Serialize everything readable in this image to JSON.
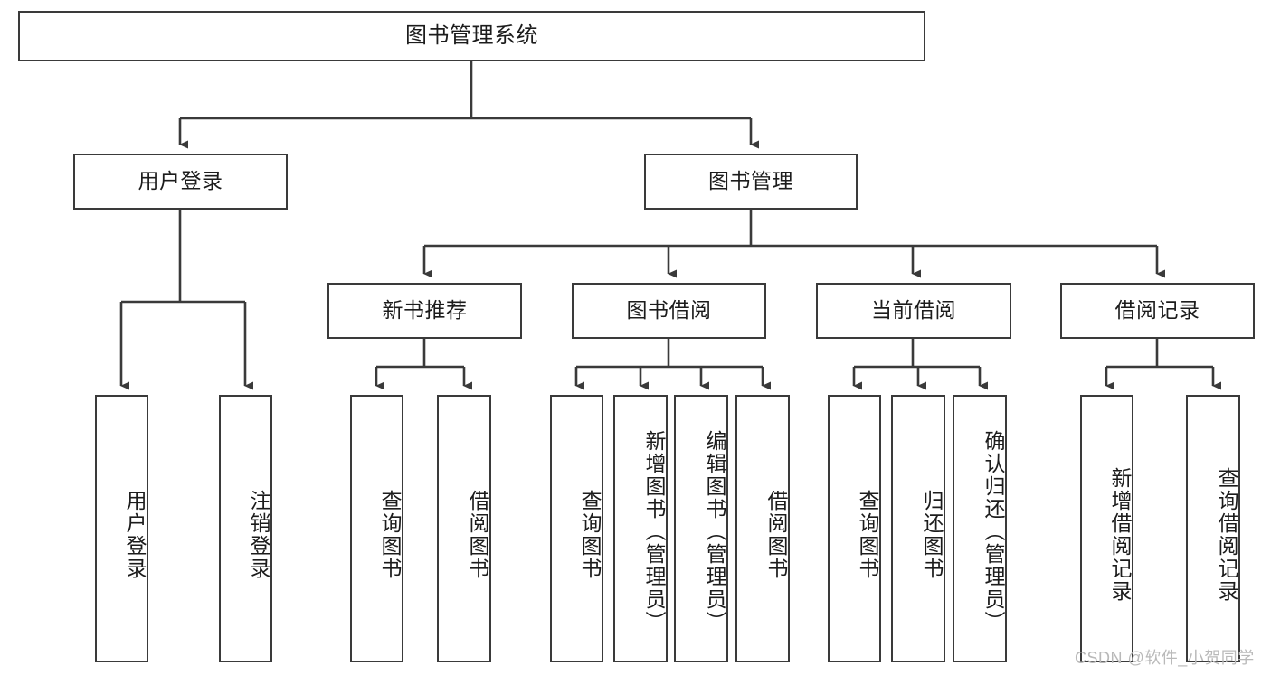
{
  "diagram": {
    "title": "图书管理系统",
    "watermark": "CSDN @软件_小贺同学",
    "colors": {
      "stroke": "#3a3a3a",
      "fill": "#ffffff",
      "text": "#1c1c1c",
      "watermark": "#b9b9b9"
    },
    "root": {
      "label": "图书管理系统"
    },
    "level1": [
      {
        "label": "用户登录"
      },
      {
        "label": "图书管理"
      }
    ],
    "level2": [
      {
        "label": "新书推荐"
      },
      {
        "label": "图书借阅"
      },
      {
        "label": "当前借阅"
      },
      {
        "label": "借阅记录"
      }
    ],
    "leaves": {
      "user_login": [
        {
          "label": "用户登录"
        },
        {
          "label": "注销登录"
        }
      ],
      "new_book_recommend": [
        {
          "label": "查询图书"
        },
        {
          "label": "借阅图书"
        }
      ],
      "book_borrow": [
        {
          "label": "查询图书"
        },
        {
          "label": "新增图书（管理员）"
        },
        {
          "label": "编辑图书（管理员）"
        },
        {
          "label": "借阅图书"
        }
      ],
      "current_borrow": [
        {
          "label": "查询图书"
        },
        {
          "label": "归还图书"
        },
        {
          "label": "确认归还（管理员）"
        }
      ],
      "borrow_record": [
        {
          "label": "新增借阅记录"
        },
        {
          "label": "查询借阅记录"
        }
      ]
    }
  }
}
